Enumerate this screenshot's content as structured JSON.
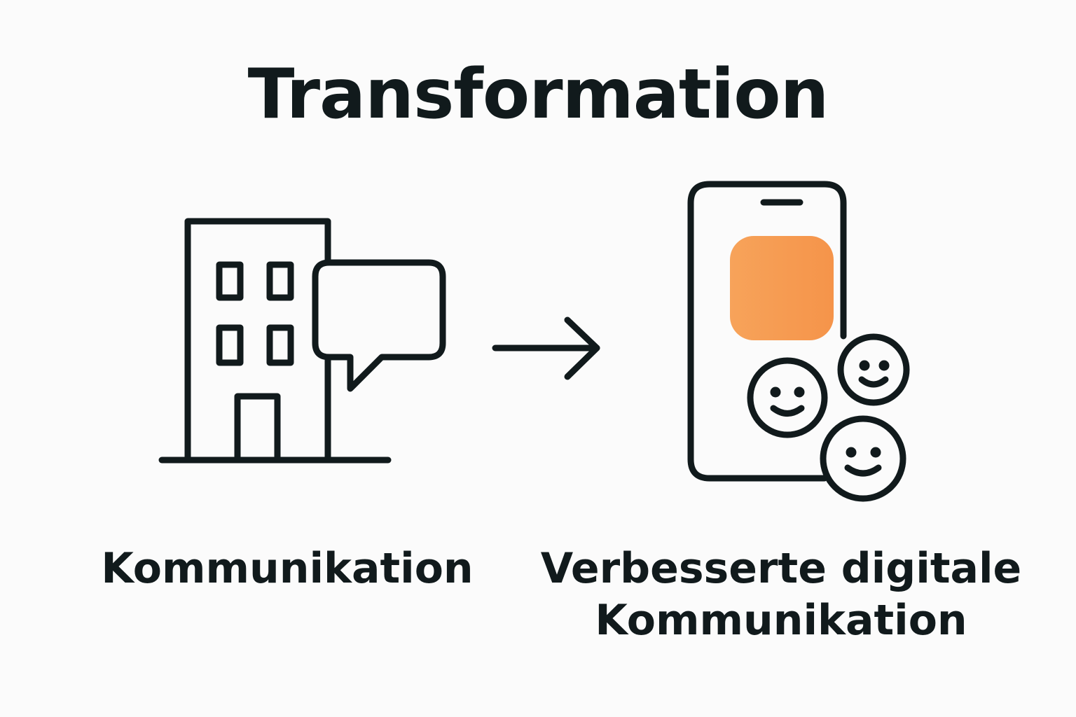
{
  "title": "Transformation",
  "left": {
    "label": "Kommunikation",
    "icon": "building-with-speech-bubble-icon"
  },
  "arrow": {
    "icon": "arrow-right-icon"
  },
  "right": {
    "label_line1": "Verbesserte digitale",
    "label_line2": "Kommunikation",
    "icon": "smartphone-with-smileys-icon"
  },
  "colors": {
    "stroke": "#111a1c",
    "accent": "#f7a056",
    "background": "#fbfbfb"
  }
}
